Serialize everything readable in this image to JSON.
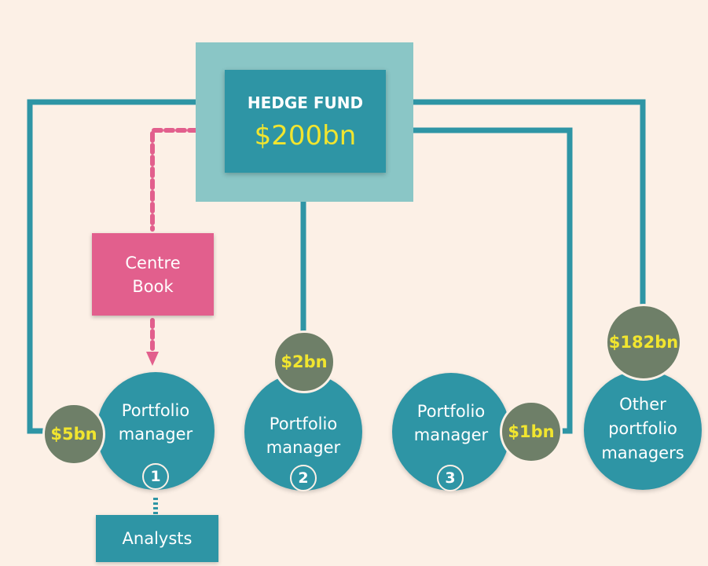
{
  "hedge_fund": {
    "title": "HEDGE FUND",
    "aum": "$200bn"
  },
  "centre_book": {
    "line1": "Centre",
    "line2": "Book"
  },
  "portfolio_managers": [
    {
      "line1": "Portfolio",
      "line2": "manager",
      "number": "1",
      "allocation": "$5bn"
    },
    {
      "line1": "Portfolio",
      "line2": "manager",
      "number": "2",
      "allocation": "$2bn"
    },
    {
      "line1": "Portfolio",
      "line2": "manager",
      "number": "3",
      "allocation": "$1bn"
    }
  ],
  "other_managers": {
    "line1": "Other",
    "line2": "portfolio",
    "line3": "managers",
    "allocation": "$182bn"
  },
  "analysts": {
    "label": "Analysts"
  },
  "colors": {
    "background": "#fcf0e6",
    "teal": "#2e95a5",
    "light_teal": "#8ac6c6",
    "pink": "#e25f8d",
    "olive": "#6e7f68",
    "yellow": "#f1e52f"
  }
}
